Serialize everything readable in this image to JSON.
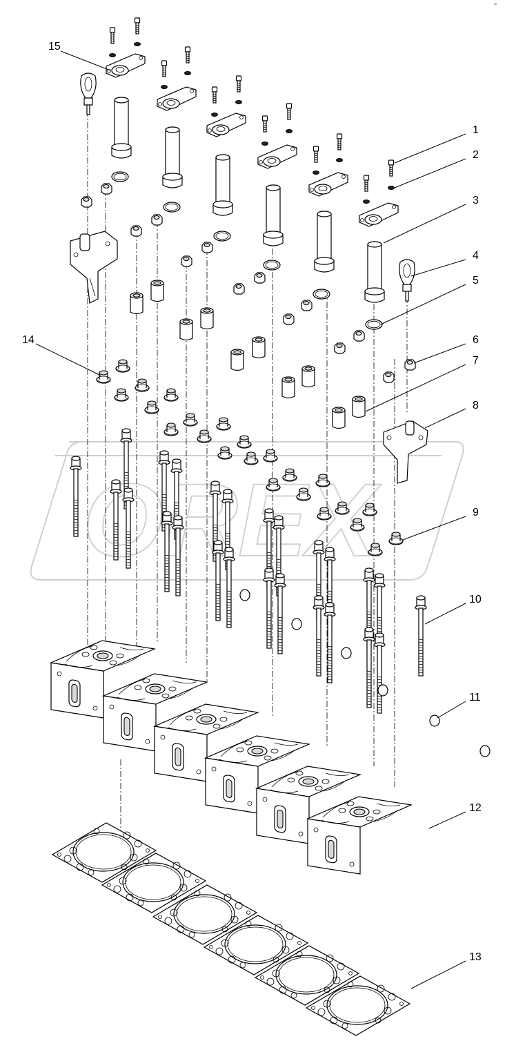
{
  "diagram": {
    "watermark": "OREX",
    "corner_mark": "°°",
    "callouts": [
      {
        "id": "1",
        "label": "1"
      },
      {
        "id": "2",
        "label": "2"
      },
      {
        "id": "3",
        "label": "3"
      },
      {
        "id": "4",
        "label": "4"
      },
      {
        "id": "5",
        "label": "5"
      },
      {
        "id": "6",
        "label": "6"
      },
      {
        "id": "7",
        "label": "7"
      },
      {
        "id": "8",
        "label": "8"
      },
      {
        "id": "9",
        "label": "9"
      },
      {
        "id": "10",
        "label": "10"
      },
      {
        "id": "11",
        "label": "11"
      },
      {
        "id": "12",
        "label": "12"
      },
      {
        "id": "13",
        "label": "13"
      },
      {
        "id": "14",
        "label": "14"
      },
      {
        "id": "15",
        "label": "15"
      }
    ]
  }
}
